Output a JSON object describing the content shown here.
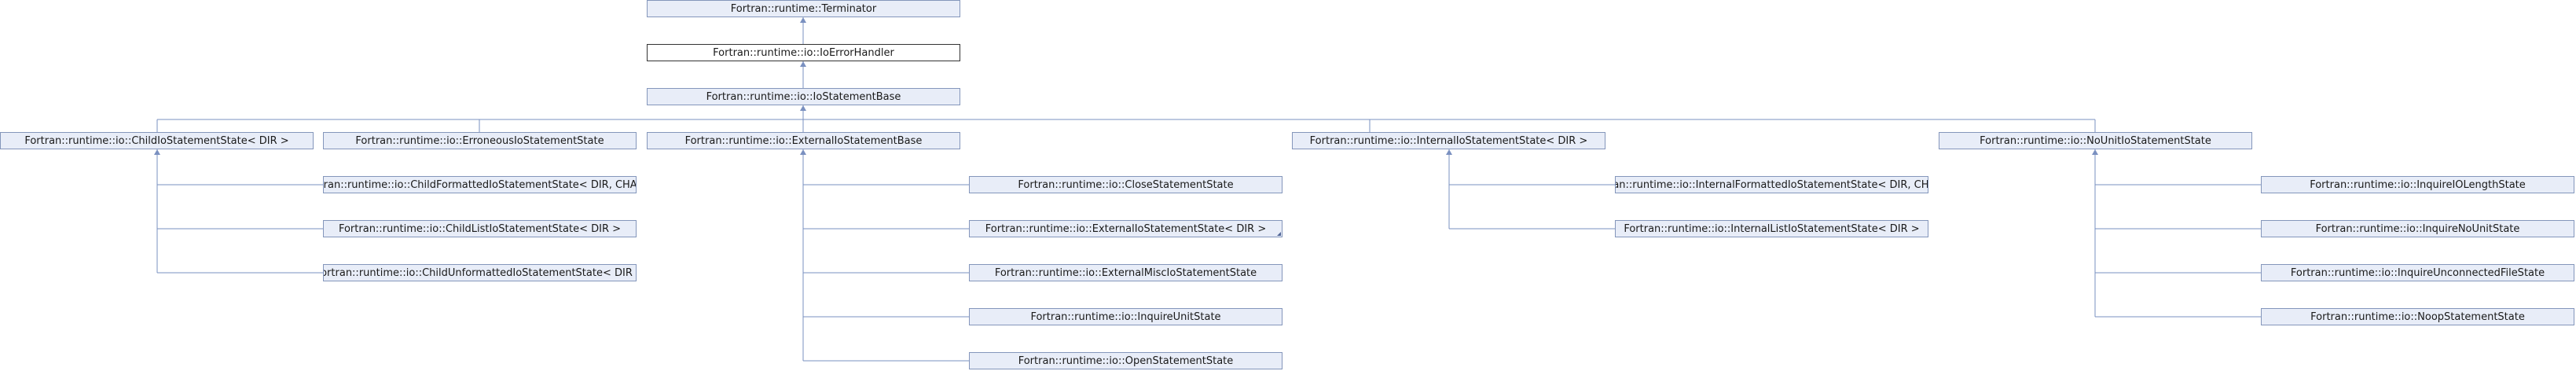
{
  "diagram": {
    "nodes": {
      "terminator": "Fortran::runtime::Terminator",
      "io_error_handler": "Fortran::runtime::io::IoErrorHandler",
      "io_statement_base": "Fortran::runtime::io::IoStatementBase",
      "child_io_statement_state": "Fortran::runtime::io::ChildIoStatementState< DIR >",
      "erroneous_io_statement_state": "Fortran::runtime::io::ErroneousIoStatementState",
      "external_io_statement_base": "Fortran::runtime::io::ExternalIoStatementBase",
      "internal_io_statement_state": "Fortran::runtime::io::InternalIoStatementState< DIR >",
      "no_unit_io_statement_state": "Fortran::runtime::io::NoUnitIoStatementState",
      "child_formatted_io_statement_state": "Fortran::runtime::io::ChildFormattedIoStatementState< DIR, CHAR >",
      "child_list_io_statement_state": "Fortran::runtime::io::ChildListIoStatementState< DIR >",
      "child_unformatted_io_statement_state": "Fortran::runtime::io::ChildUnformattedIoStatementState< DIR >",
      "close_statement_state": "Fortran::runtime::io::CloseStatementState",
      "external_io_statement_state": "Fortran::runtime::io::ExternalIoStatementState< DIR >",
      "external_misc_io_statement_state": "Fortran::runtime::io::ExternalMiscIoStatementState",
      "inquire_unit_state": "Fortran::runtime::io::InquireUnitState",
      "open_statement_state": "Fortran::runtime::io::OpenStatementState",
      "internal_formatted_io_statement_state": "Fortran::runtime::io::InternalFormattedIoStatementState< DIR, CHAR >",
      "internal_list_io_statement_state": "Fortran::runtime::io::InternalListIoStatementState< DIR >",
      "inquire_io_length_state": "Fortran::runtime::io::InquireIOLengthState",
      "inquire_no_unit_state": "Fortran::runtime::io::InquireNoUnitState",
      "inquire_unconnected_file_state": "Fortran::runtime::io::InquireUnconnectedFileState",
      "noop_statement_state": "Fortran::runtime::io::NoopStatementState"
    },
    "colors": {
      "node_fill": "#e8edf8",
      "node_border": "#8496bb",
      "current_border": "#333333",
      "edge": "#7a90c0"
    }
  }
}
